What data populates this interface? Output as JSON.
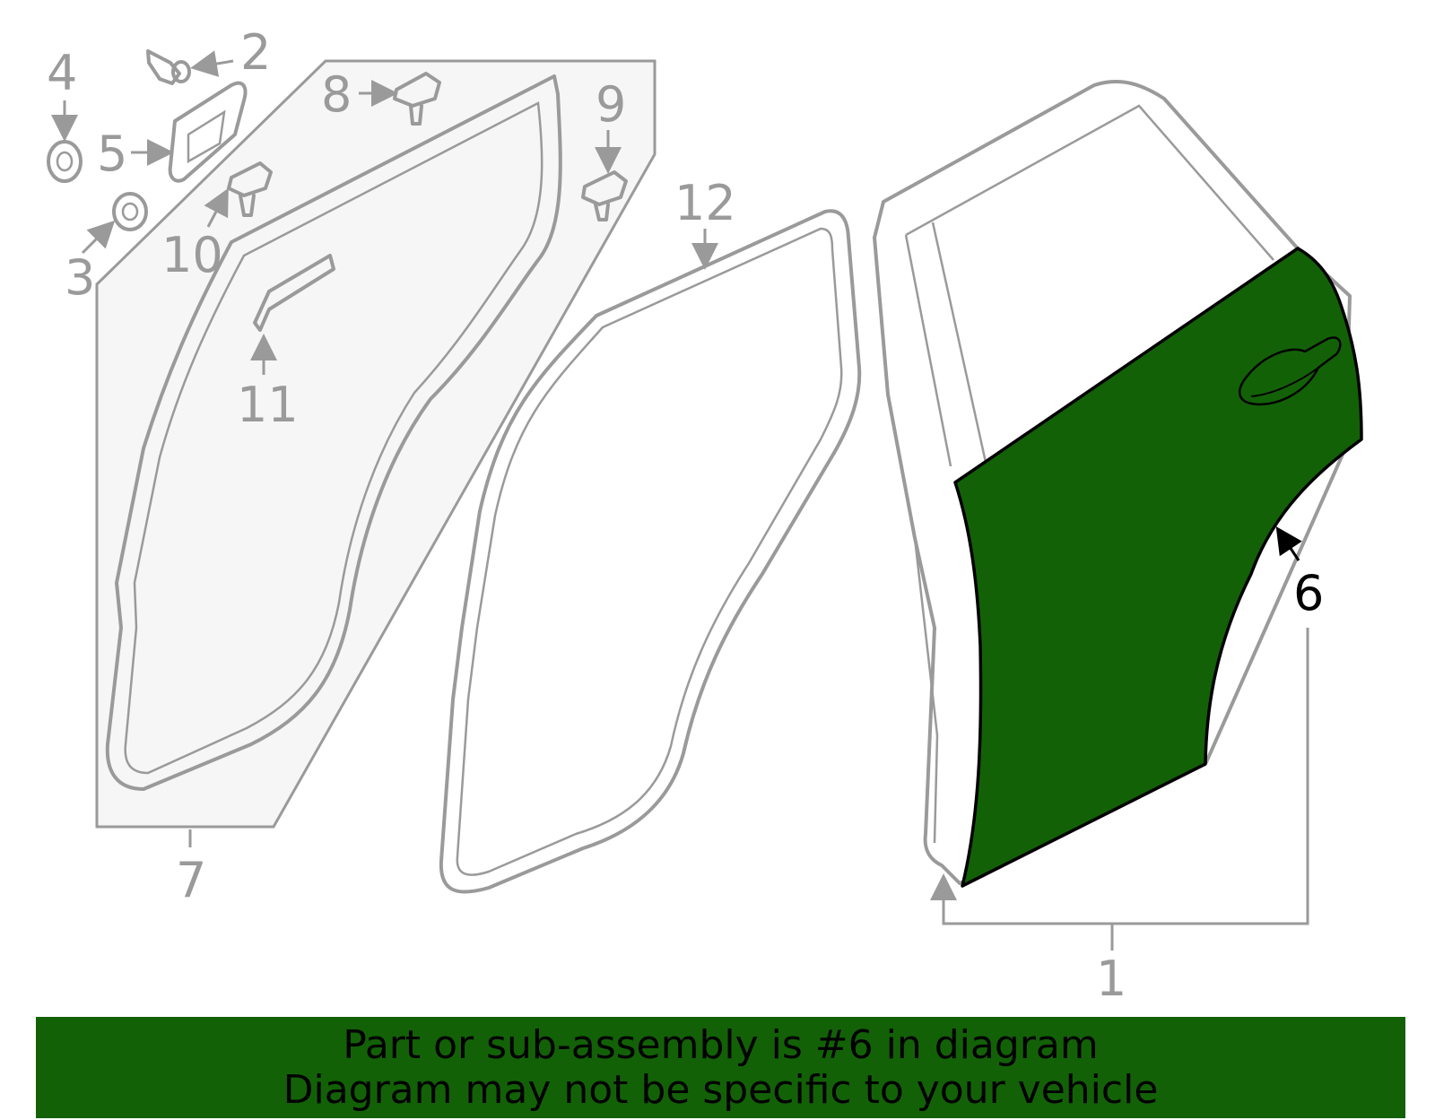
{
  "diagram": {
    "callouts": [
      "1",
      "2",
      "3",
      "4",
      "5",
      "6",
      "7",
      "8",
      "9",
      "10",
      "11",
      "12"
    ],
    "highlighted_callout": "6",
    "highlight_color": "#136107",
    "line_color": "#9a9a9a"
  },
  "banner": {
    "line1": "Part or sub-assembly is #6 in diagram",
    "line2": "Diagram may not be specific to your vehicle",
    "background": "#136107"
  }
}
